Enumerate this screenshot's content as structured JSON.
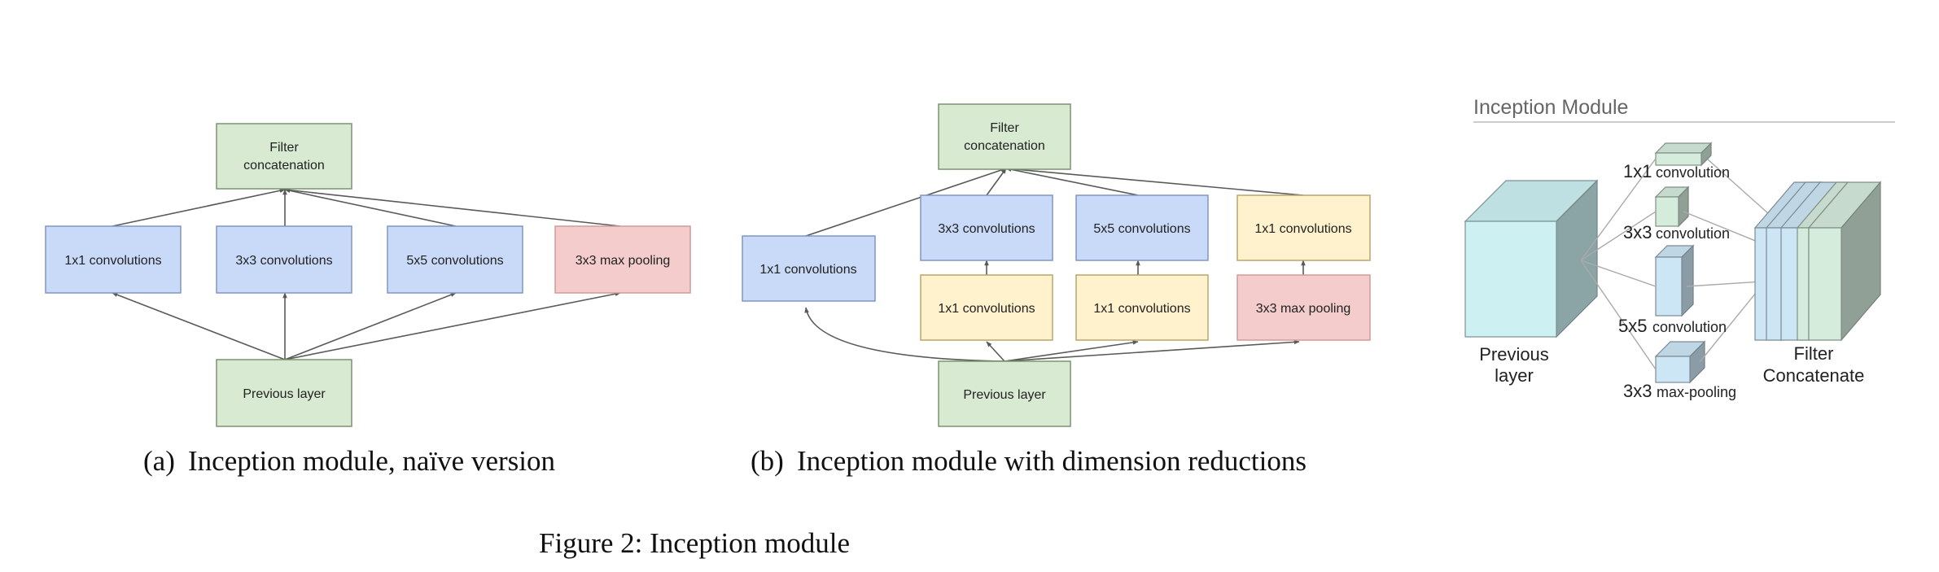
{
  "colors": {
    "blue_fill": "#c9daf8",
    "blue_stroke": "#8096c4",
    "green_fill": "#d9ead3",
    "green_stroke": "#7a9470",
    "red_fill": "#f4cccc",
    "red_stroke": "#d49a9a",
    "yellow_fill": "#fff2cc",
    "yellow_stroke": "#b8a66a",
    "arrow": "#5a5a5a",
    "cube_cyan": "#cdf1f3",
    "cube_green": "#d5ecdc",
    "cube_blue": "#cde6f6"
  },
  "diagram_a": {
    "filter_concat": [
      "Filter",
      "concatenation"
    ],
    "conv1x1": "1x1 convolutions",
    "conv3x3": "3x3 convolutions",
    "conv5x5": "5x5 convolutions",
    "maxpool": "3x3 max pooling",
    "previous_layer": "Previous layer",
    "caption_label": "(a)",
    "caption_text": "Inception module, naïve version"
  },
  "diagram_b": {
    "filter_concat": [
      "Filter",
      "concatenation"
    ],
    "conv1x1_direct": "1x1 convolutions",
    "conv3x3": "3x3 convolutions",
    "conv5x5": "5x5 convolutions",
    "conv1x1_after_pool": "1x1 convolutions",
    "reduce1": "1x1 convolutions",
    "reduce2": "1x1 convolutions",
    "maxpool": "3x3 max pooling",
    "previous_layer": "Previous layer",
    "caption_label": "(b)",
    "caption_text": "Inception module with dimension reductions"
  },
  "diagram_c": {
    "title": "Inception Module",
    "conv1x1_size": "1x1",
    "conv1x1_label": "convolution",
    "conv3x3_size": "3x3",
    "conv3x3_label": "convolution",
    "conv5x5_size": "5x5",
    "conv5x5_label": "convolution",
    "pool_size": "3x3",
    "pool_label": "max-pooling",
    "previous": [
      "Previous",
      "layer"
    ],
    "concat": [
      "Filter",
      "Concatenate"
    ]
  },
  "figure_caption": "Figure 2: Inception module"
}
